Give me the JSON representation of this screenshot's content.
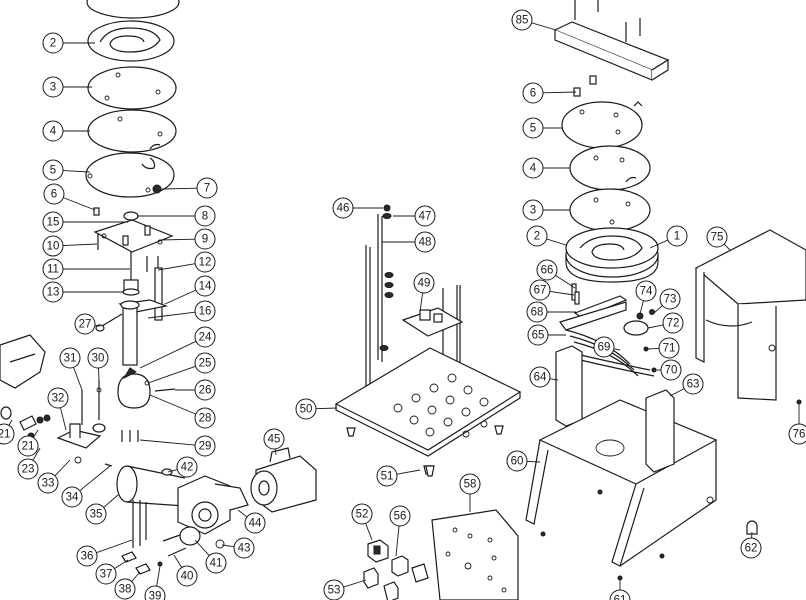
{
  "callouts": [
    {
      "label": "1"
    },
    {
      "label": "2"
    },
    {
      "label": "3"
    },
    {
      "label": "4"
    },
    {
      "label": "5"
    },
    {
      "label": "6"
    },
    {
      "label": "7"
    },
    {
      "label": "8"
    },
    {
      "label": "9"
    },
    {
      "label": "10"
    },
    {
      "label": "11"
    },
    {
      "label": "12"
    },
    {
      "label": "13"
    },
    {
      "label": "14"
    },
    {
      "label": "15"
    },
    {
      "label": "16"
    },
    {
      "label": "21"
    },
    {
      "label": "21"
    },
    {
      "label": "23"
    },
    {
      "label": "24"
    },
    {
      "label": "25"
    },
    {
      "label": "26"
    },
    {
      "label": "27"
    },
    {
      "label": "28"
    },
    {
      "label": "29"
    },
    {
      "label": "30"
    },
    {
      "label": "31"
    },
    {
      "label": "32"
    },
    {
      "label": "33"
    },
    {
      "label": "34"
    },
    {
      "label": "35"
    },
    {
      "label": "36"
    },
    {
      "label": "37"
    },
    {
      "label": "38"
    },
    {
      "label": "39"
    },
    {
      "label": "40"
    },
    {
      "label": "41"
    },
    {
      "label": "42"
    },
    {
      "label": "43"
    },
    {
      "label": "44"
    },
    {
      "label": "45"
    },
    {
      "label": "46"
    },
    {
      "label": "47"
    },
    {
      "label": "48"
    },
    {
      "label": "49"
    },
    {
      "label": "50"
    },
    {
      "label": "51"
    },
    {
      "label": "52"
    },
    {
      "label": "53"
    },
    {
      "label": "56"
    },
    {
      "label": "58"
    },
    {
      "label": "60"
    },
    {
      "label": "61"
    },
    {
      "label": "62"
    },
    {
      "label": "63"
    },
    {
      "label": "64"
    },
    {
      "label": "65"
    },
    {
      "label": "66"
    },
    {
      "label": "67"
    },
    {
      "label": "68"
    },
    {
      "label": "69"
    },
    {
      "label": "70"
    },
    {
      "label": "71"
    },
    {
      "label": "72"
    },
    {
      "label": "73"
    },
    {
      "label": "74"
    },
    {
      "label": "75"
    },
    {
      "label": "76"
    },
    {
      "label": "85"
    },
    {
      "label": "6"
    },
    {
      "label": "5"
    },
    {
      "label": "4"
    },
    {
      "label": "3"
    },
    {
      "label": "2"
    }
  ]
}
